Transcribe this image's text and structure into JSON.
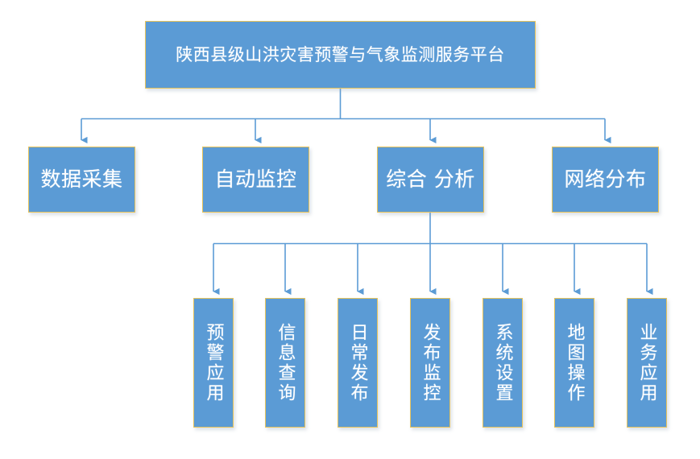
{
  "diagram": {
    "type": "org-chart",
    "title": "陕西县级山洪灾害预警与气象监测服务平台",
    "colors": {
      "node_fill": "#5B9BD5",
      "node_border": "#E6C35C",
      "node_text": "#FFFFFF",
      "connector": "#5B9BD5",
      "background": "#FFFFFF"
    },
    "root": {
      "label": "陕西县级山洪灾害预警与气象监测服务平台"
    },
    "level2": [
      {
        "label": "数据采集"
      },
      {
        "label": "自动监控"
      },
      {
        "label": "综合 分析"
      },
      {
        "label": "网络分布"
      }
    ],
    "level3": [
      {
        "label": "预警应用"
      },
      {
        "label": "信息查询"
      },
      {
        "label": "日常发布"
      },
      {
        "label": "发布监控"
      },
      {
        "label": "系统设置"
      },
      {
        "label": "地图操作"
      },
      {
        "label": "业务应用"
      }
    ]
  }
}
